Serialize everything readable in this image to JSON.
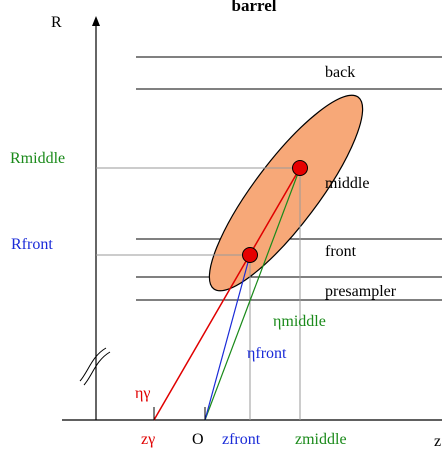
{
  "title": "barrel",
  "axes": {
    "r_label": "R",
    "z_label": "z"
  },
  "layers": {
    "back": "back",
    "middle": "middle",
    "front": "front",
    "presampler": "presampler"
  },
  "labels": {
    "r_middle": "Rmiddle",
    "r_front": "Rfront",
    "eta_middle": "ηmiddle",
    "eta_front": "ηfront",
    "eta_gamma": "ηγ",
    "z_gamma": "zγ",
    "origin": "O",
    "z_front": "zfront",
    "z_middle": "zmiddle"
  },
  "colors": {
    "red": "#e00000",
    "green": "#1a8a1a",
    "blue": "#1a2bd8",
    "ellipse_fill": "#f7a878",
    "point_fill": "#e60000",
    "line": "#000000",
    "guide": "#9a9a9a"
  }
}
